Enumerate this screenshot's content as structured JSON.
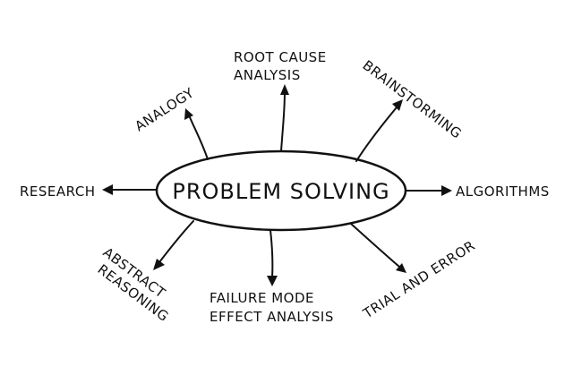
{
  "center": {
    "label": "PROBLEM SOLVING"
  },
  "nodes": {
    "root_cause": {
      "line1": "ROOT CAUSE",
      "line2": "ANALYSIS"
    },
    "analogy": {
      "label": "ANALOGY"
    },
    "brainstorming": {
      "label": "BRAINSTORMING"
    },
    "research": {
      "label": "RESEARCH"
    },
    "algorithms": {
      "label": "ALGORITHMS"
    },
    "abstract_reasoning": {
      "line1": "ABSTRACT",
      "line2": "REASONING"
    },
    "failure_mode": {
      "line1": "FAILURE MODE",
      "line2": "EFFECT ANALYSIS"
    },
    "trial_error": {
      "label": "TRIAL AND ERROR"
    }
  },
  "colors": {
    "ink": "#111111",
    "background": "#ffffff"
  }
}
